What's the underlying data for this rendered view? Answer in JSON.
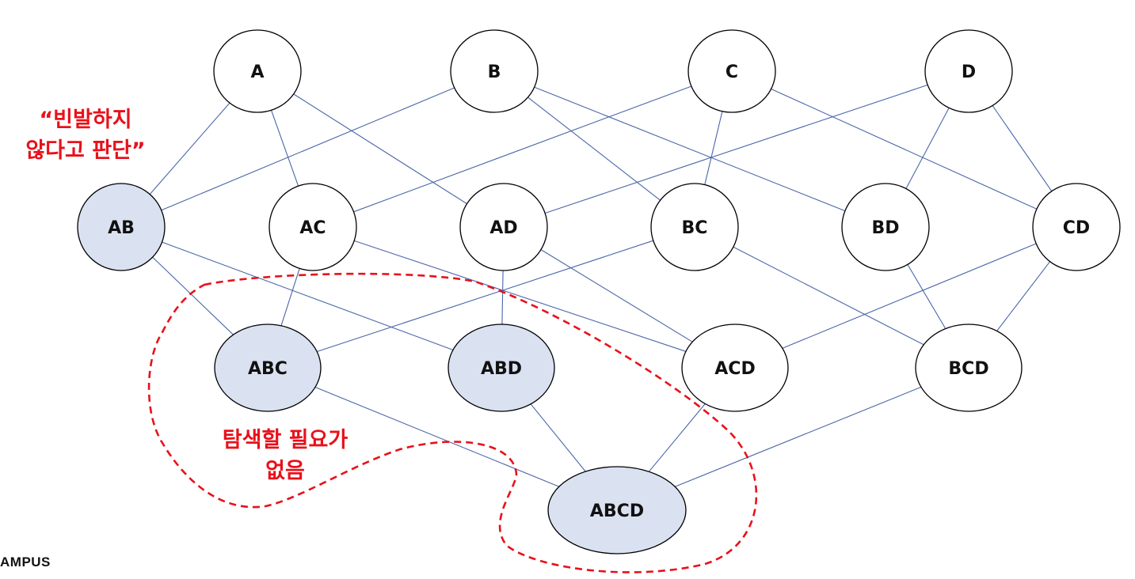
{
  "diagram": {
    "nodes": [
      {
        "id": "A",
        "label": "A",
        "highlighted": false
      },
      {
        "id": "B",
        "label": "B",
        "highlighted": false
      },
      {
        "id": "C",
        "label": "C",
        "highlighted": false
      },
      {
        "id": "D",
        "label": "D",
        "highlighted": false
      },
      {
        "id": "AB",
        "label": "AB",
        "highlighted": true
      },
      {
        "id": "AC",
        "label": "AC",
        "highlighted": false
      },
      {
        "id": "AD",
        "label": "AD",
        "highlighted": false
      },
      {
        "id": "BC",
        "label": "BC",
        "highlighted": false
      },
      {
        "id": "BD",
        "label": "BD",
        "highlighted": false
      },
      {
        "id": "CD",
        "label": "CD",
        "highlighted": false
      },
      {
        "id": "ABC",
        "label": "ABC",
        "highlighted": true
      },
      {
        "id": "ABD",
        "label": "ABD",
        "highlighted": true
      },
      {
        "id": "ACD",
        "label": "ACD",
        "highlighted": false
      },
      {
        "id": "BCD",
        "label": "BCD",
        "highlighted": false
      },
      {
        "id": "ABCD",
        "label": "ABCD",
        "highlighted": true
      }
    ],
    "edges": [
      [
        "A",
        "AB"
      ],
      [
        "A",
        "AC"
      ],
      [
        "A",
        "AD"
      ],
      [
        "B",
        "AB"
      ],
      [
        "B",
        "BC"
      ],
      [
        "B",
        "BD"
      ],
      [
        "C",
        "AC"
      ],
      [
        "C",
        "BC"
      ],
      [
        "C",
        "CD"
      ],
      [
        "D",
        "AD"
      ],
      [
        "D",
        "BD"
      ],
      [
        "D",
        "CD"
      ],
      [
        "AB",
        "ABC"
      ],
      [
        "AB",
        "ABD"
      ],
      [
        "AC",
        "ABC"
      ],
      [
        "AC",
        "ACD"
      ],
      [
        "AD",
        "ABD"
      ],
      [
        "AD",
        "ACD"
      ],
      [
        "BC",
        "ABC"
      ],
      [
        "BC",
        "BCD"
      ],
      [
        "BD",
        "BCD"
      ],
      [
        "CD",
        "ACD"
      ],
      [
        "CD",
        "BCD"
      ],
      [
        "ABC",
        "ABCD"
      ],
      [
        "ABD",
        "ABCD"
      ],
      [
        "ACD",
        "ABCD"
      ],
      [
        "BCD",
        "ABCD"
      ]
    ]
  },
  "annotations": {
    "infrequent_line1": "“빈발하지",
    "infrequent_line2": "않다고 판단”",
    "pruned_line1": "탐색할 필요가",
    "pruned_line2": "없음"
  },
  "footer": {
    "logo_text": "AMPUS"
  },
  "colors": {
    "highlight_fill": "#dae1f1",
    "node_fill": "#ffffff",
    "node_stroke": "#000000",
    "edge": "#4a66a8",
    "annotation": "#e8111b",
    "dashed_region": "#e8111b"
  }
}
